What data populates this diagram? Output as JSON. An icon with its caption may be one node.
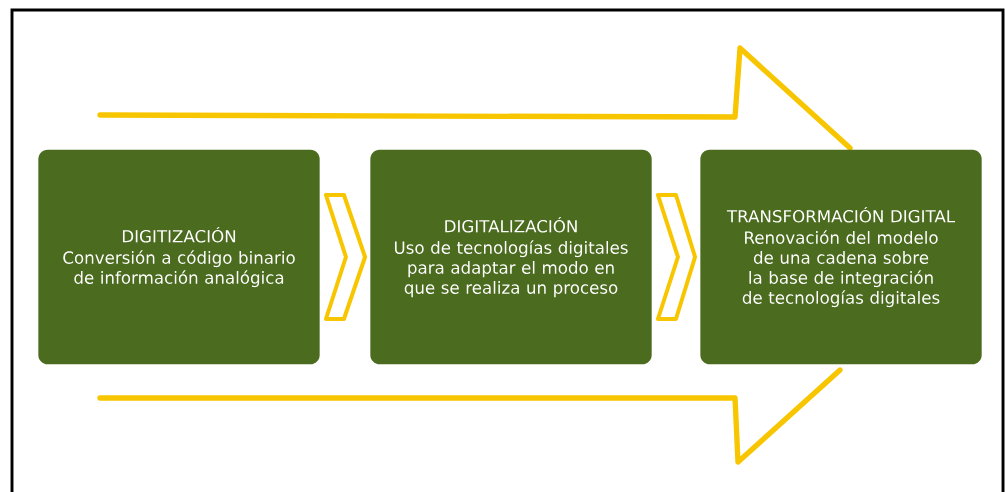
{
  "diagram": {
    "nodes": [
      {
        "text": [
          "DIGITIZACIÓN",
          "Conversión a código binario de información analógica"
        ]
      },
      {
        "text": [
          "DIGITALIZACIÓN",
          "Uso de tecnologías digitales para adaptar el modo en que se realiza un proceso"
        ]
      },
      {
        "text": [
          "TRANSFORMACIÓN DIGITAL",
          "Renovación del modelo de una cadena sobre la base de integración de tecnologías digitales"
        ]
      }
    ],
    "edges": [
      {
        "from": 0,
        "to": 1,
        "arrow": "to"
      },
      {
        "from": 1,
        "to": 2,
        "arrow": "to"
      }
    ]
  }
}
